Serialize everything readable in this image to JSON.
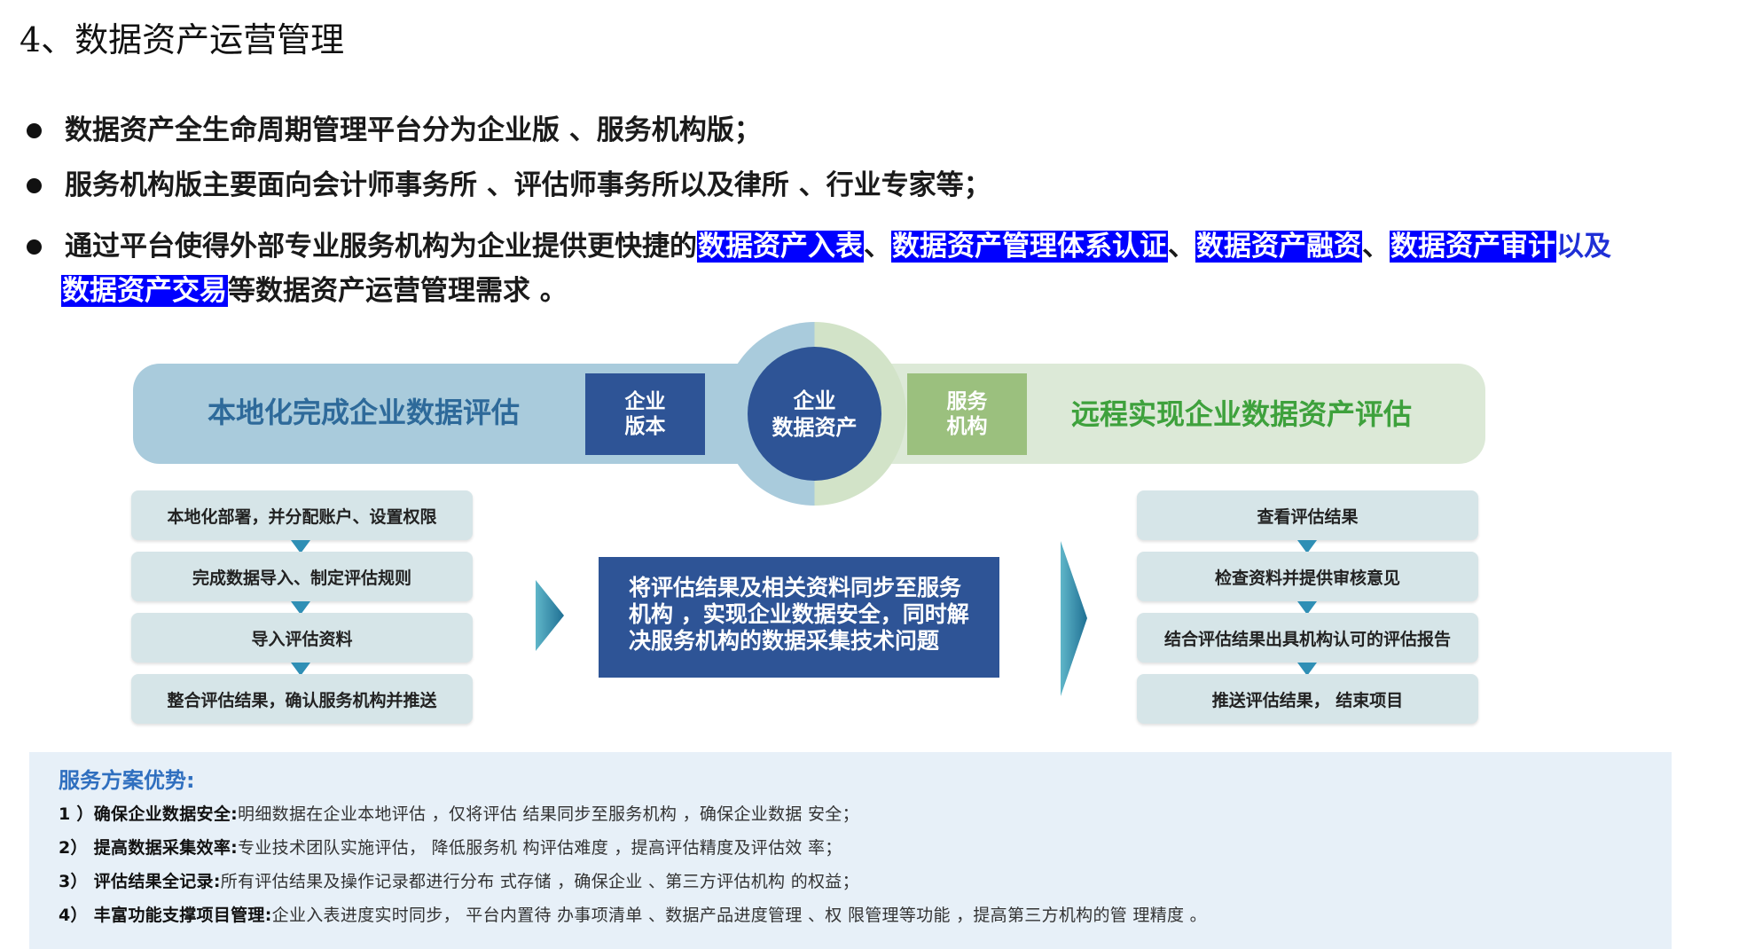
{
  "heading": "4、数据资产运营管理",
  "bullets": {
    "b1": "数据资产全生命周期管理平台分为企业版 、服务机构版；",
    "b2": "服务机构版主要面向会计师事务所 、评估师事务所以及律所 、行业专家等；",
    "b3": {
      "lead": "通过平台使得外部专业服务机构为企业提供更快捷的",
      "h1": "数据资产入表",
      "sep1": "、",
      "h2": "数据资产管理体系认证",
      "sep2": "、",
      "h3": "数据资产融资",
      "sep3": "、",
      "h4": "数据资产审计",
      "and": "以及",
      "h5": "数据资产交易",
      "tail": "等数据资产运营管理需求 。"
    }
  },
  "diagram": {
    "left_band_label": "本地化完成企业数据评估",
    "right_band_label": "远程实现企业数据资产评估",
    "left_tag": [
      "企业",
      "版本"
    ],
    "right_tag": [
      "服务",
      "机构"
    ],
    "center_circle": [
      "企业",
      "数据资产"
    ],
    "left_steps": [
      "本地化部署，并分配账户、设置权限",
      "完成数据导入、制定评估规则",
      "导入评估资料",
      "整合评估结果，确认服务机构并推送"
    ],
    "center_box_lines": [
      "将评估结果及相关资料同步至服务",
      "机构 ，实现企业数据安全，同时解",
      "决服务机构的数据采集技术问题"
    ],
    "right_steps": [
      "查看评估结果",
      "检查资料并提供审核意见",
      "结合评估结果出具机构认可的评估报告",
      "推送评估结果， 结束项目"
    ]
  },
  "advantages": {
    "title": "服务方案优势:",
    "items": [
      {
        "label": "1 ）确保企业数据安全:",
        "text": "明细数据在企业本地评估 ，仅将评估    结果同步至服务机构 ，确保企业数据    安全；"
      },
      {
        "label": "2） 提高数据采集效率:",
        "text": "专业技术团队实施评估， 降低服务机    构评估难度 ，提高评估精度及评估效    率；"
      },
      {
        "label": "3） 评估结果全记录:",
        "text": "所有评估结果及操作记录都进行分布    式存储 ，确保企业 、第三方评估机构    的权益；"
      },
      {
        "label": "4） 丰富功能支撑项目管理:",
        "text": "企业入表进度实时同步， 平台内置待    办事项清单 、数据产品进度管理 、权    限管理等功能 ，提高第三方机构的管    理精度 。"
      }
    ]
  },
  "colors": {
    "accent_navy": "#2e5496",
    "band_blue": "#a9cbdc",
    "band_green": "#dce9d7",
    "highlight": "#0000ff",
    "green_text": "#3ea13c",
    "arrow_teal": "#2f8fb5"
  }
}
